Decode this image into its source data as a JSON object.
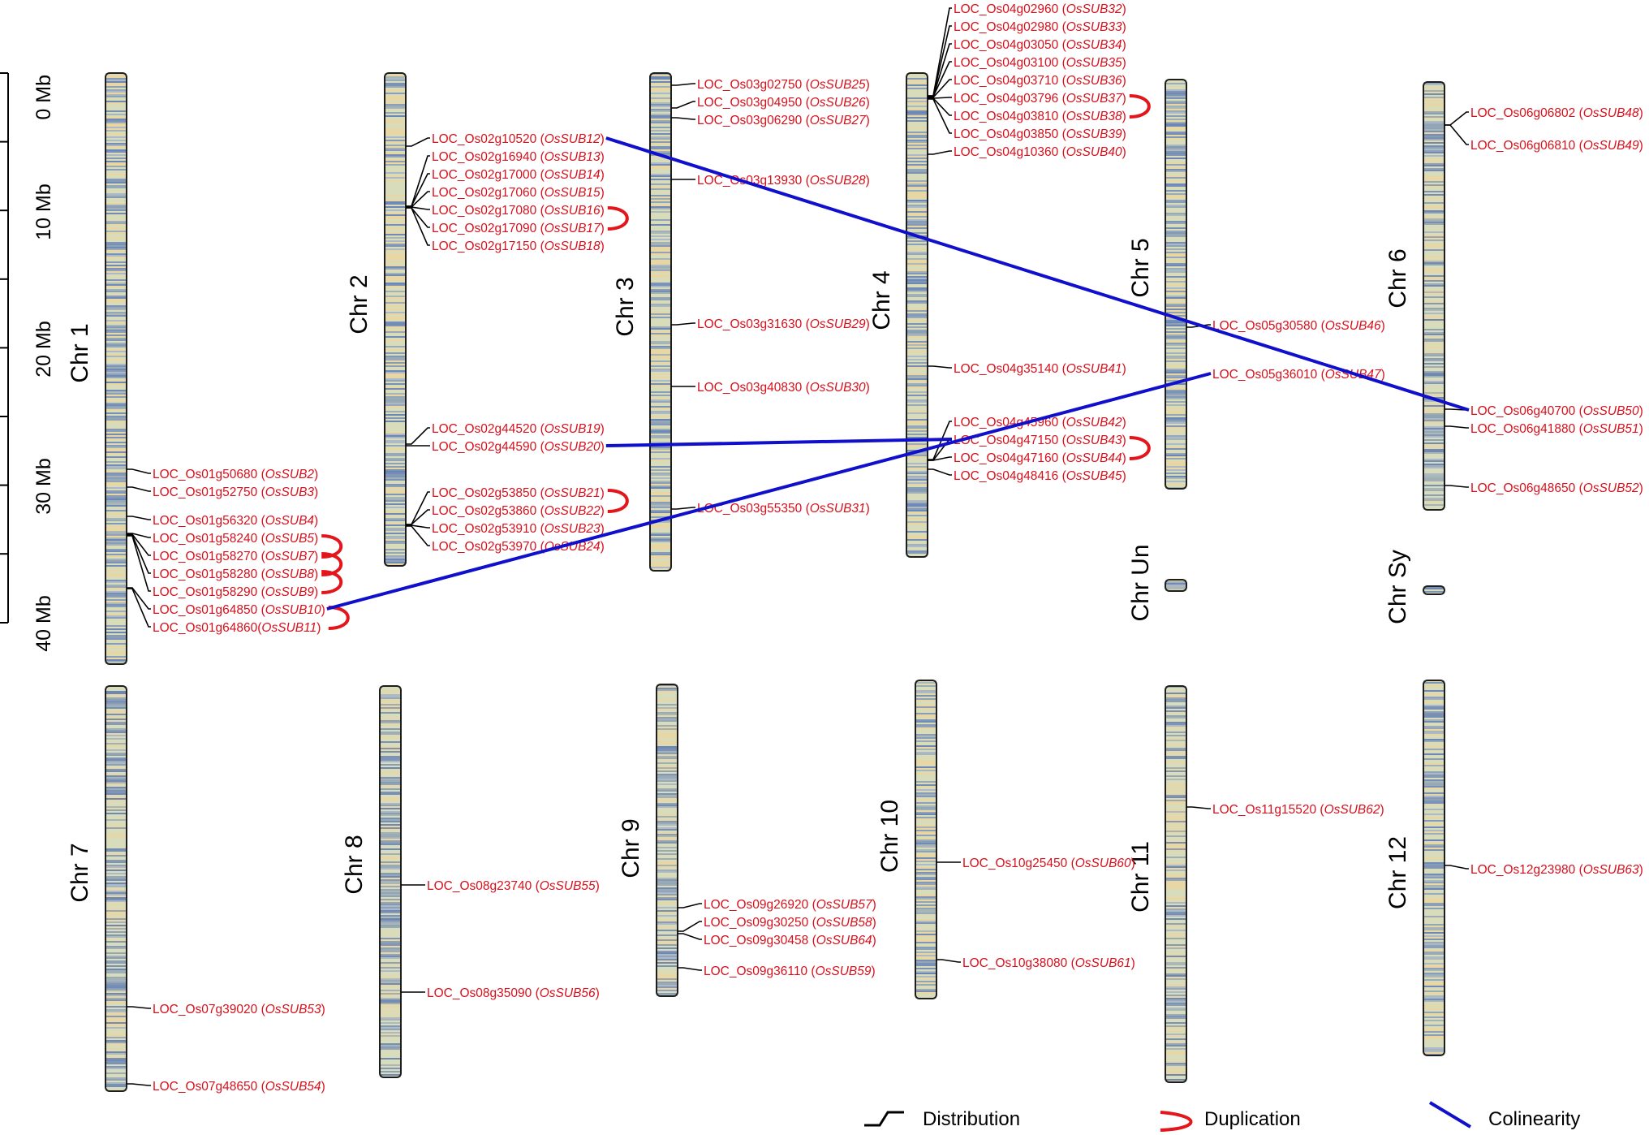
{
  "scale": {
    "ticks": [
      "0 Mb",
      "10 Mb",
      "20 Mb",
      "30 Mb",
      "40 Mb"
    ]
  },
  "chromosomes": [
    {
      "id": "chr1",
      "label": "Chr 1"
    },
    {
      "id": "chr2",
      "label": "Chr 2"
    },
    {
      "id": "chr3",
      "label": "Chr 3"
    },
    {
      "id": "chr4",
      "label": "Chr 4"
    },
    {
      "id": "chr5",
      "label": "Chr 5"
    },
    {
      "id": "chr6",
      "label": "Chr 6"
    },
    {
      "id": "chrUn",
      "label": "Chr Un"
    },
    {
      "id": "chrSy",
      "label": "Chr Sy"
    },
    {
      "id": "chr7",
      "label": "Chr 7"
    },
    {
      "id": "chr8",
      "label": "Chr 8"
    },
    {
      "id": "chr9",
      "label": "Chr 9"
    },
    {
      "id": "chr10",
      "label": "Chr 10"
    },
    {
      "id": "chr11",
      "label": "Chr 11"
    },
    {
      "id": "chr12",
      "label": "Chr 12"
    }
  ],
  "genes": [
    {
      "chr": "chr1",
      "locus": "LOC_Os01g50680",
      "name": "OsSUB2"
    },
    {
      "chr": "chr1",
      "locus": "LOC_Os01g52750",
      "name": "OsSUB3"
    },
    {
      "chr": "chr1",
      "locus": "LOC_Os01g56320",
      "name": "OsSUB4"
    },
    {
      "chr": "chr1",
      "locus": "LOC_Os01g58240",
      "name": "OsSUB5"
    },
    {
      "chr": "chr1",
      "locus": "LOC_Os01g58270",
      "name": "OsSUB7"
    },
    {
      "chr": "chr1",
      "locus": "LOC_Os01g58280",
      "name": "OsSUB8"
    },
    {
      "chr": "chr1",
      "locus": "LOC_Os01g58290",
      "name": "OsSUB9"
    },
    {
      "chr": "chr1",
      "locus": "LOC_Os01g64850",
      "name": "OsSUB10"
    },
    {
      "chr": "chr1",
      "locus": "LOC_Os01g64860",
      "name": "OsSUB11",
      "nospace": true
    },
    {
      "chr": "chr2",
      "locus": "LOC_Os02g10520",
      "name": "OsSUB12"
    },
    {
      "chr": "chr2",
      "locus": "LOC_Os02g16940",
      "name": "OsSUB13"
    },
    {
      "chr": "chr2",
      "locus": "LOC_Os02g17000",
      "name": "OsSUB14"
    },
    {
      "chr": "chr2",
      "locus": "LOC_Os02g17060",
      "name": "OsSUB15"
    },
    {
      "chr": "chr2",
      "locus": "LOC_Os02g17080",
      "name": "OsSUB16"
    },
    {
      "chr": "chr2",
      "locus": "LOC_Os02g17090",
      "name": "OsSUB17"
    },
    {
      "chr": "chr2",
      "locus": "LOC_Os02g17150",
      "name": "OsSUB18"
    },
    {
      "chr": "chr2",
      "locus": "LOC_Os02g44520",
      "name": "OsSUB19"
    },
    {
      "chr": "chr2",
      "locus": "LOC_Os02g44590",
      "name": "OsSUB20"
    },
    {
      "chr": "chr2",
      "locus": "LOC_Os02g53850",
      "name": "OsSUB21"
    },
    {
      "chr": "chr2",
      "locus": "LOC_Os02g53860",
      "name": "OsSUB22"
    },
    {
      "chr": "chr2",
      "locus": "LOC_Os02g53910",
      "name": "OsSUB23"
    },
    {
      "chr": "chr2",
      "locus": "LOC_Os02g53970",
      "name": "OsSUB24"
    },
    {
      "chr": "chr3",
      "locus": "LOC_Os03g02750",
      "name": "OsSUB25"
    },
    {
      "chr": "chr3",
      "locus": "LOC_Os03g04950",
      "name": "OsSUB26"
    },
    {
      "chr": "chr3",
      "locus": "LOC_Os03g06290",
      "name": "OsSUB27"
    },
    {
      "chr": "chr3",
      "locus": "LOC_Os03g13930",
      "name": "OsSUB28"
    },
    {
      "chr": "chr3",
      "locus": "LOC_Os03g31630",
      "name": "OsSUB29"
    },
    {
      "chr": "chr3",
      "locus": "LOC_Os03g40830",
      "name": "OsSUB30"
    },
    {
      "chr": "chr3",
      "locus": "LOC_Os03g55350",
      "name": "OsSUB31"
    },
    {
      "chr": "chr4",
      "locus": "LOC_Os04g02960",
      "name": "OsSUB32"
    },
    {
      "chr": "chr4",
      "locus": "LOC_Os04g02980",
      "name": "OsSUB33"
    },
    {
      "chr": "chr4",
      "locus": "LOC_Os04g03050",
      "name": "OsSUB34"
    },
    {
      "chr": "chr4",
      "locus": "LOC_Os04g03100",
      "name": "OsSUB35"
    },
    {
      "chr": "chr4",
      "locus": "LOC_Os04g03710",
      "name": "OsSUB36"
    },
    {
      "chr": "chr4",
      "locus": "LOC_Os04g03796",
      "name": "OsSUB37"
    },
    {
      "chr": "chr4",
      "locus": "LOC_Os04g03810",
      "name": "OsSUB38"
    },
    {
      "chr": "chr4",
      "locus": "LOC_Os04g03850",
      "name": "OsSUB39"
    },
    {
      "chr": "chr4",
      "locus": "LOC_Os04g10360",
      "name": "OsSUB40"
    },
    {
      "chr": "chr4",
      "locus": "LOC_Os04g35140",
      "name": "OsSUB41"
    },
    {
      "chr": "chr4",
      "locus": "LOC_Os04g45960",
      "name": "OsSUB42"
    },
    {
      "chr": "chr4",
      "locus": "LOC_Os04g47150",
      "name": "OsSUB43"
    },
    {
      "chr": "chr4",
      "locus": "LOC_Os04g47160",
      "name": "OsSUB44"
    },
    {
      "chr": "chr4",
      "locus": "LOC_Os04g48416",
      "name": "OsSUB45"
    },
    {
      "chr": "chr5",
      "locus": "LOC_Os05g30580",
      "name": "OsSUB46"
    },
    {
      "chr": "chr5",
      "locus": "LOC_Os05g36010",
      "name": "OsSUB47"
    },
    {
      "chr": "chr6",
      "locus": "LOC_Os06g06802",
      "name": "OsSUB48"
    },
    {
      "chr": "chr6",
      "locus": "LOC_Os06g06810",
      "name": "OsSUB49"
    },
    {
      "chr": "chr6",
      "locus": "LOC_Os06g40700",
      "name": "OsSUB50"
    },
    {
      "chr": "chr6",
      "locus": "LOC_Os06g41880",
      "name": "OsSUB51"
    },
    {
      "chr": "chr6",
      "locus": "LOC_Os06g48650",
      "name": "OsSUB52"
    },
    {
      "chr": "chr7",
      "locus": "LOC_Os07g39020",
      "name": "OsSUB53"
    },
    {
      "chr": "chr7",
      "locus": "LOC_Os07g48650",
      "name": "OsSUB54"
    },
    {
      "chr": "chr8",
      "locus": "LOC_Os08g23740",
      "name": "OsSUB55"
    },
    {
      "chr": "chr8",
      "locus": "LOC_Os08g35090",
      "name": "OsSUB56"
    },
    {
      "chr": "chr9",
      "locus": "LOC_Os09g26920",
      "name": "OsSUB57"
    },
    {
      "chr": "chr9",
      "locus": "LOC_Os09g30250",
      "name": "OsSUB58"
    },
    {
      "chr": "chr9",
      "locus": "LOC_Os09g30458",
      "name": "OsSUB64"
    },
    {
      "chr": "chr9",
      "locus": "LOC_Os09g36110",
      "name": "OsSUB59"
    },
    {
      "chr": "chr10",
      "locus": "LOC_Os10g25450",
      "name": "OsSUB60"
    },
    {
      "chr": "chr10",
      "locus": "LOC_Os10g38080",
      "name": "OsSUB61"
    },
    {
      "chr": "chr11",
      "locus": "LOC_Os11g15520",
      "name": "OsSUB62"
    },
    {
      "chr": "chr12",
      "locus": "LOC_Os12g23980",
      "name": "OsSUB63"
    }
  ],
  "duplications": [
    [
      "OsSUB16",
      "OsSUB17"
    ],
    [
      "OsSUB21",
      "OsSUB22"
    ],
    [
      "OsSUB37",
      "OsSUB38"
    ],
    [
      "OsSUB43",
      "OsSUB44"
    ],
    [
      "OsSUB5",
      "OsSUB7",
      "OsSUB8",
      "OsSUB9"
    ],
    [
      "OsSUB10",
      "OsSUB11"
    ]
  ],
  "colinearity": [
    [
      "OsSUB12",
      "OsSUB50"
    ],
    [
      "OsSUB20",
      "OsSUB43"
    ],
    [
      "OsSUB10",
      "OsSUB47"
    ]
  ],
  "legend": [
    {
      "key": "distribution",
      "label": "Distribution"
    },
    {
      "key": "duplication",
      "label": "Duplication"
    },
    {
      "key": "colinearity",
      "label": "Colinearity"
    }
  ],
  "colors": {
    "gene_label": "#d8101c",
    "duplication": "#e2161b",
    "colinearity": "#1010cc",
    "connector": "#000000",
    "chromosome_base": "#d9dcbb",
    "chromosome_band_blue": "#5e7cb4",
    "chromosome_band_yellow": "#ecd5a0"
  }
}
